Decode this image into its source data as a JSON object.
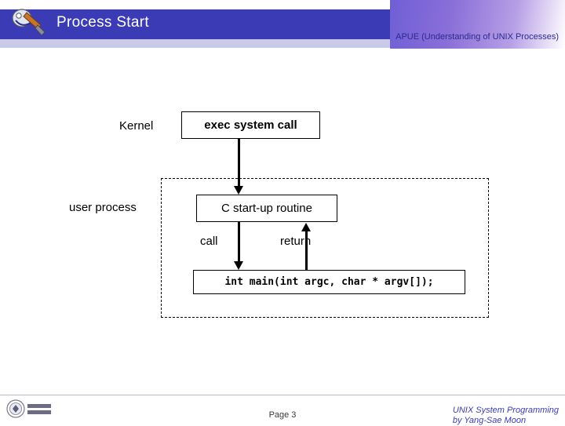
{
  "slide": {
    "title": "Process Start",
    "header_right": "APUE (Understanding of UNIX Processes)",
    "accent_color": "#3b3bb5",
    "header_gradient_from": "#6f5fd6",
    "header_gradient_to": "#ffffff"
  },
  "diagram": {
    "type": "flow",
    "labels": {
      "kernel": "Kernel",
      "user_process": "user process",
      "call": "call",
      "return": "return"
    },
    "boxes": {
      "exec": "exec  system call",
      "c_startup": "C start-up routine",
      "main": "int main(int argc, char * argv[]);"
    },
    "arrows": [
      {
        "name": "exec-to-cstartup",
        "direction": "down"
      },
      {
        "name": "cstartup-to-main",
        "direction": "down",
        "label": "call"
      },
      {
        "name": "main-to-cstartup",
        "direction": "up",
        "label": "return"
      }
    ]
  },
  "footer": {
    "page": "Page 3",
    "credit_line1": "UNIX System Programming",
    "credit_line2": "by Yang-Sae Moon"
  }
}
